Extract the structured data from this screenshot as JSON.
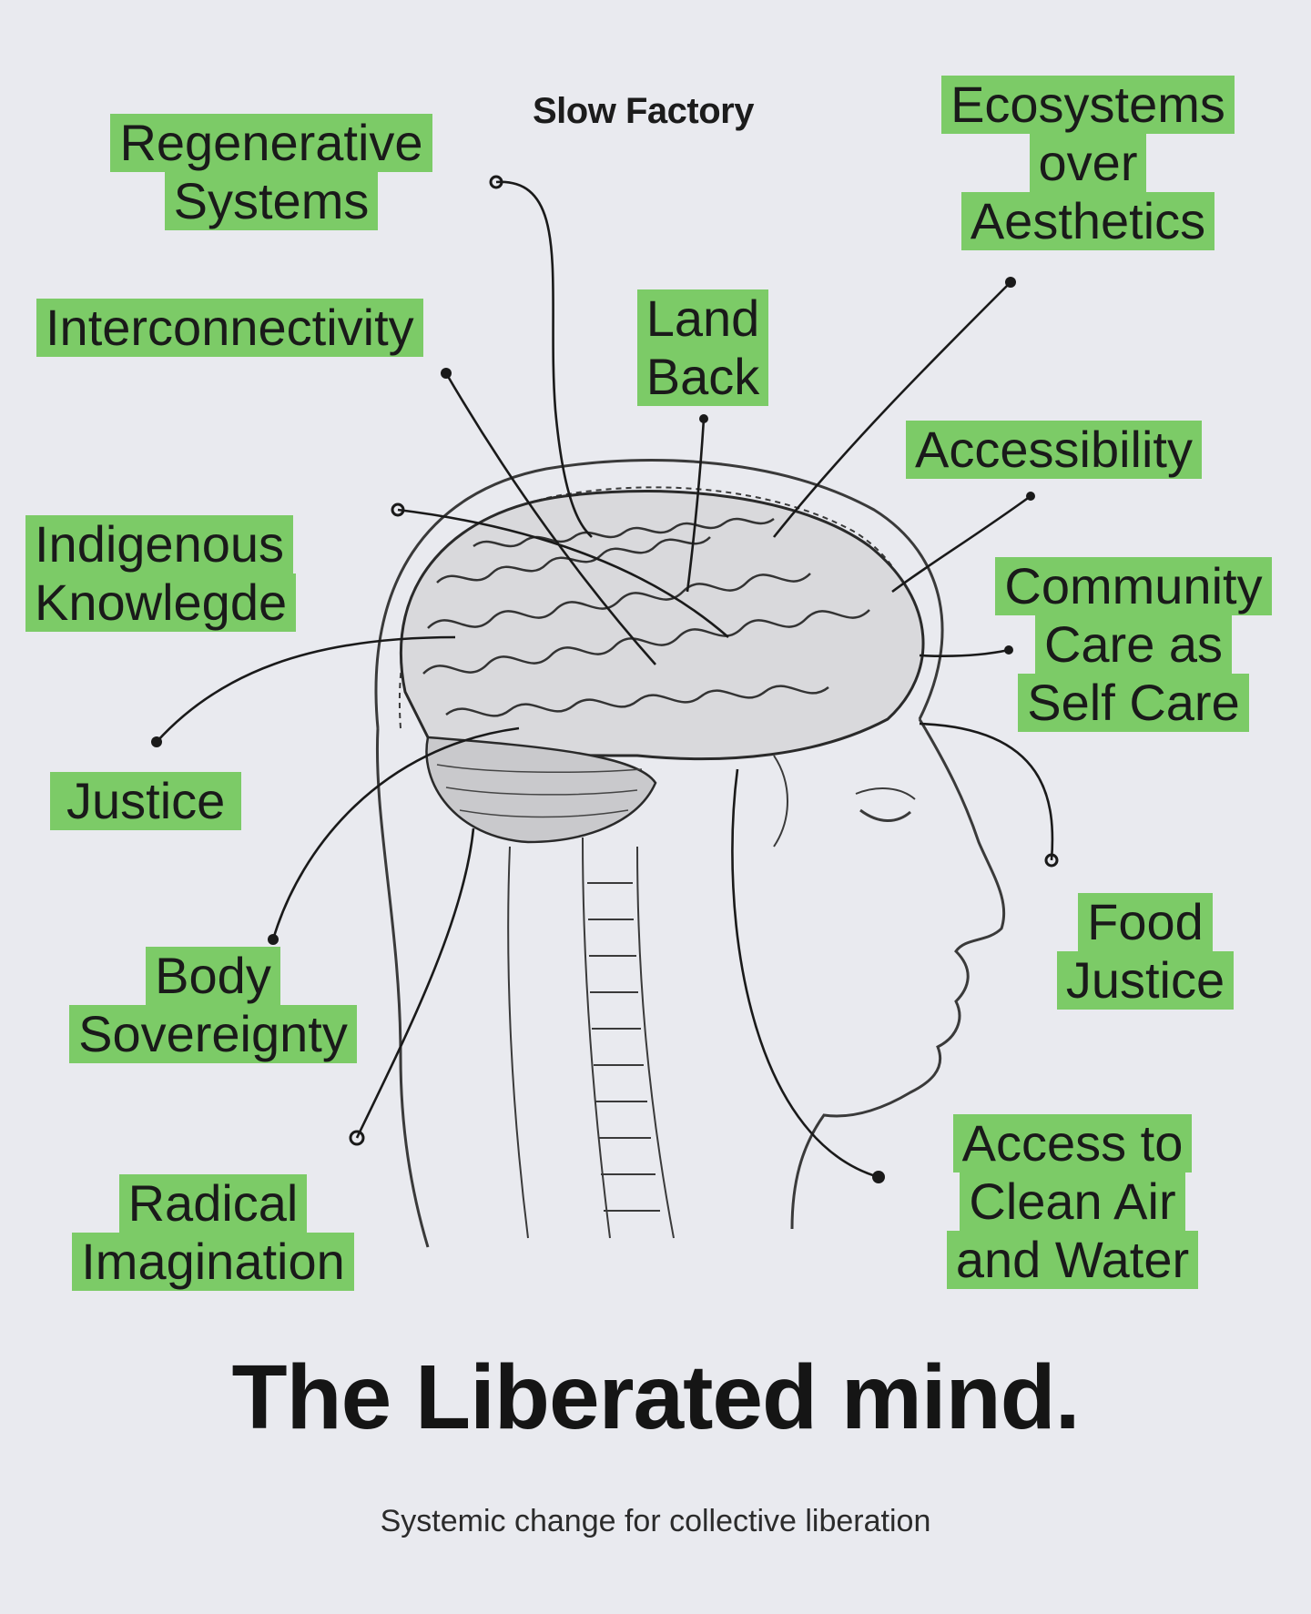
{
  "brand": "Slow Factory",
  "title": "The Liberated mind.",
  "subtitle": "Systemic change for collective liberation",
  "accent_color": "#7ccb67",
  "labels": {
    "regenerative_systems": [
      "Regenerative",
      "Systems"
    ],
    "ecosystems": [
      "Ecosystems",
      "over",
      "Aesthetics"
    ],
    "interconnectivity": [
      "Interconnectivity"
    ],
    "land_back": [
      "Land",
      "Back"
    ],
    "accessibility": [
      "Accessibility"
    ],
    "indigenous_knowledge": [
      "Indigenous",
      "Knowlegde"
    ],
    "community_care": [
      "Community",
      "Care as",
      "Self Care"
    ],
    "justice": [
      "Justice"
    ],
    "food_justice": [
      "Food",
      "Justice"
    ],
    "body_sovereignty": [
      "Body",
      "Sovereignty"
    ],
    "access_clean_air": [
      "Access to",
      "Clean Air",
      "and Water"
    ],
    "radical_imagination": [
      "Radical",
      "Imagination"
    ]
  },
  "illustration": {
    "icon": "anatomical-head-brain-illustration"
  }
}
